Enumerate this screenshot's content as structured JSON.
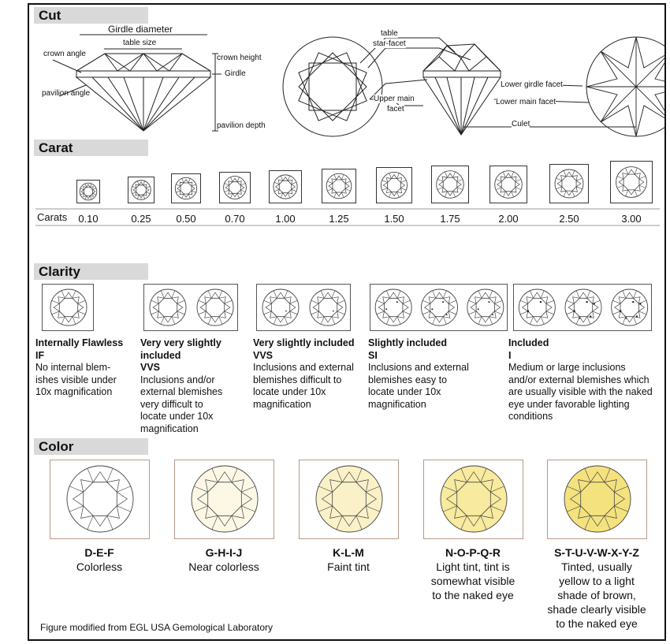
{
  "sections": {
    "cut": "Cut",
    "carat": "Carat",
    "clarity": "Clarity",
    "color": "Color"
  },
  "cut_labels": {
    "girdle_diameter": "Girdle diameter",
    "table_size": "table size",
    "crown_angle": "crown angle",
    "pavilion_angle": "pavilion angle",
    "crown_height": "crown height",
    "girdle": "Girdle",
    "pavilion_depth": "pavilion depth",
    "table": "table",
    "star_facet": "star-facet",
    "upper_main_facet_1": "Upper main",
    "upper_main_facet_2": "facet",
    "lower_girdle_facet": "Lower girdle facet",
    "lower_main_facet": "Lower main facet",
    "culet": "Culet"
  },
  "carat": {
    "row_label": "Carats",
    "values": [
      "0.10",
      "0.25",
      "0.50",
      "0.70",
      "1.00",
      "1.25",
      "1.50",
      "1.75",
      "2.00",
      "2.50",
      "3.00"
    ]
  },
  "clarity": [
    {
      "title": "Internally Flawless",
      "code": "IF",
      "desc": "No internal blem-\nishes visible under\n10x magnification"
    },
    {
      "title": "Very very slightly\nincluded",
      "code": "VVS",
      "desc": "Inclusions and/or\nexternal blemishes\nvery difficult to\nlocate under 10x\nmagnification"
    },
    {
      "title": "Very slightly included",
      "code": "VVS",
      "desc": "Inclusions and external\nblemishes difficult to\nlocate under 10x\nmagnification"
    },
    {
      "title": "Slightly included",
      "code": "SI",
      "desc": "Inclusions and external\nblemishes easy to\nlocate under 10x\nmagnification"
    },
    {
      "title": "Included",
      "code": "I",
      "desc": "Medium or large inclusions\nand/or external blemishes which\nare usually visible with the naked\neye under favorable lighting\nconditions"
    }
  ],
  "color": [
    {
      "grade": "D-E-F",
      "desc": "Colorless",
      "tint": "#ffffff"
    },
    {
      "grade": "G-H-I-J",
      "desc": "Near colorless",
      "tint": "#fdf8e6"
    },
    {
      "grade": "K-L-M",
      "desc": "Faint tint",
      "tint": "#fbf1c8"
    },
    {
      "grade": "N-O-P-Q-R",
      "desc": "Light tint, tint is\nsomewhat visible\nto the naked eye",
      "tint": "#f8ea9e"
    },
    {
      "grade": "S-T-U-V-W-X-Y-Z",
      "desc": "Tinted, usually\nyellow to a light\nshade of brown,\nshade clearly visible\nto the naked eye",
      "tint": "#f4e27e"
    }
  ],
  "footer": "Figure modified from EGL USA Gemological Laboratory"
}
